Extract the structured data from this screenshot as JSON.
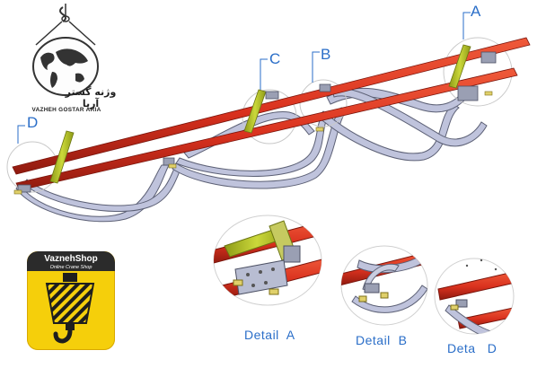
{
  "logo": {
    "name_en": "VAZHEH GOSTAR ARIA",
    "name_fa": "وژنه گستر آریا",
    "icon": "globe-chain-hook-icon"
  },
  "callouts": {
    "a": "A",
    "b": "B",
    "c": "C",
    "d": "D"
  },
  "details": {
    "a": "Detail  A",
    "b": "Detail  B",
    "d": "Deta   D"
  },
  "shop": {
    "name": "VaznehShop",
    "tagline": "Online Crane Shop",
    "icon": "crane-hook-icon"
  },
  "colors": {
    "rail": "#d9311e",
    "rail_dark": "#9c1e12",
    "crossbar": "#b7c62a",
    "cable": "#b9bdd6",
    "cable_edge": "#5c6075",
    "callout": "#2a6ec8",
    "shop_bg": "#f5cf0b"
  }
}
